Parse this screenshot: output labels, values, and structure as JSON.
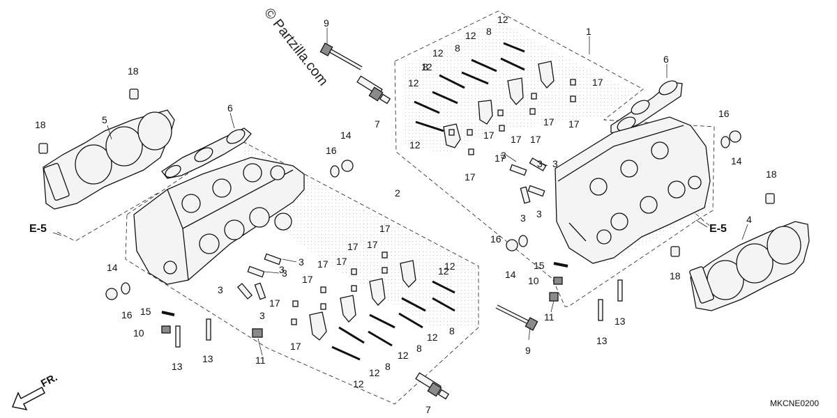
{
  "watermark": "© Partzilla.com",
  "diagram_code": "MKCNE0200",
  "front_label": "FR.",
  "refs": {
    "e5_left": "E-5",
    "e5_right": "E-5"
  },
  "callouts": [
    {
      "id": "c1",
      "text": "1"
    },
    {
      "id": "c2",
      "text": "2"
    },
    {
      "id": "c3a",
      "text": "3"
    },
    {
      "id": "c3b",
      "text": "3"
    },
    {
      "id": "c3c",
      "text": "3"
    },
    {
      "id": "c3d",
      "text": "3"
    },
    {
      "id": "c3e",
      "text": "3"
    },
    {
      "id": "c3f",
      "text": "3"
    },
    {
      "id": "c3g",
      "text": "3"
    },
    {
      "id": "c3h",
      "text": "3"
    },
    {
      "id": "c3i",
      "text": "3"
    },
    {
      "id": "c3j",
      "text": "3"
    },
    {
      "id": "c4",
      "text": "4"
    },
    {
      "id": "c5",
      "text": "5"
    },
    {
      "id": "c6a",
      "text": "6"
    },
    {
      "id": "c6b",
      "text": "6"
    },
    {
      "id": "c7a",
      "text": "7"
    },
    {
      "id": "c7b",
      "text": "7"
    },
    {
      "id": "c8a",
      "text": "8"
    },
    {
      "id": "c8b",
      "text": "8"
    },
    {
      "id": "c8c",
      "text": "8"
    },
    {
      "id": "c8d",
      "text": "8"
    },
    {
      "id": "c8e",
      "text": "8"
    },
    {
      "id": "c8f",
      "text": "8"
    },
    {
      "id": "c9a",
      "text": "9"
    },
    {
      "id": "c9b",
      "text": "9"
    },
    {
      "id": "c10a",
      "text": "10"
    },
    {
      "id": "c10b",
      "text": "10"
    },
    {
      "id": "c11a",
      "text": "11"
    },
    {
      "id": "c11b",
      "text": "11"
    },
    {
      "id": "c12a",
      "text": "12"
    },
    {
      "id": "c12b",
      "text": "12"
    },
    {
      "id": "c12c",
      "text": "12"
    },
    {
      "id": "c12d",
      "text": "12"
    },
    {
      "id": "c12e",
      "text": "12"
    },
    {
      "id": "c12f",
      "text": "12"
    },
    {
      "id": "c12g",
      "text": "12"
    },
    {
      "id": "c12h",
      "text": "12"
    },
    {
      "id": "c12i",
      "text": "12"
    },
    {
      "id": "c12j",
      "text": "12"
    },
    {
      "id": "c12k",
      "text": "12"
    },
    {
      "id": "c12l",
      "text": "12"
    },
    {
      "id": "c13a",
      "text": "13"
    },
    {
      "id": "c13b",
      "text": "13"
    },
    {
      "id": "c13c",
      "text": "13"
    },
    {
      "id": "c13d",
      "text": "13"
    },
    {
      "id": "c14a",
      "text": "14"
    },
    {
      "id": "c14b",
      "text": "14"
    },
    {
      "id": "c14c",
      "text": "14"
    },
    {
      "id": "c14d",
      "text": "14"
    },
    {
      "id": "c15a",
      "text": "15"
    },
    {
      "id": "c15b",
      "text": "15"
    },
    {
      "id": "c16a",
      "text": "16"
    },
    {
      "id": "c16b",
      "text": "16"
    },
    {
      "id": "c16c",
      "text": "16"
    },
    {
      "id": "c16d",
      "text": "16"
    },
    {
      "id": "c17a",
      "text": "17"
    },
    {
      "id": "c17b",
      "text": "17"
    },
    {
      "id": "c17c",
      "text": "17"
    },
    {
      "id": "c17d",
      "text": "17"
    },
    {
      "id": "c17e",
      "text": "17"
    },
    {
      "id": "c17f",
      "text": "17"
    },
    {
      "id": "c17g",
      "text": "17"
    },
    {
      "id": "c17h",
      "text": "17"
    },
    {
      "id": "c17i",
      "text": "17"
    },
    {
      "id": "c17j",
      "text": "17"
    },
    {
      "id": "c17k",
      "text": "17"
    },
    {
      "id": "c17l",
      "text": "17"
    },
    {
      "id": "c17m",
      "text": "17"
    },
    {
      "id": "c17n",
      "text": "17"
    },
    {
      "id": "c17o",
      "text": "17"
    },
    {
      "id": "c17p",
      "text": "17"
    },
    {
      "id": "c18a",
      "text": "18"
    },
    {
      "id": "c18b",
      "text": "18"
    },
    {
      "id": "c18c",
      "text": "18"
    },
    {
      "id": "c18d",
      "text": "18"
    }
  ]
}
